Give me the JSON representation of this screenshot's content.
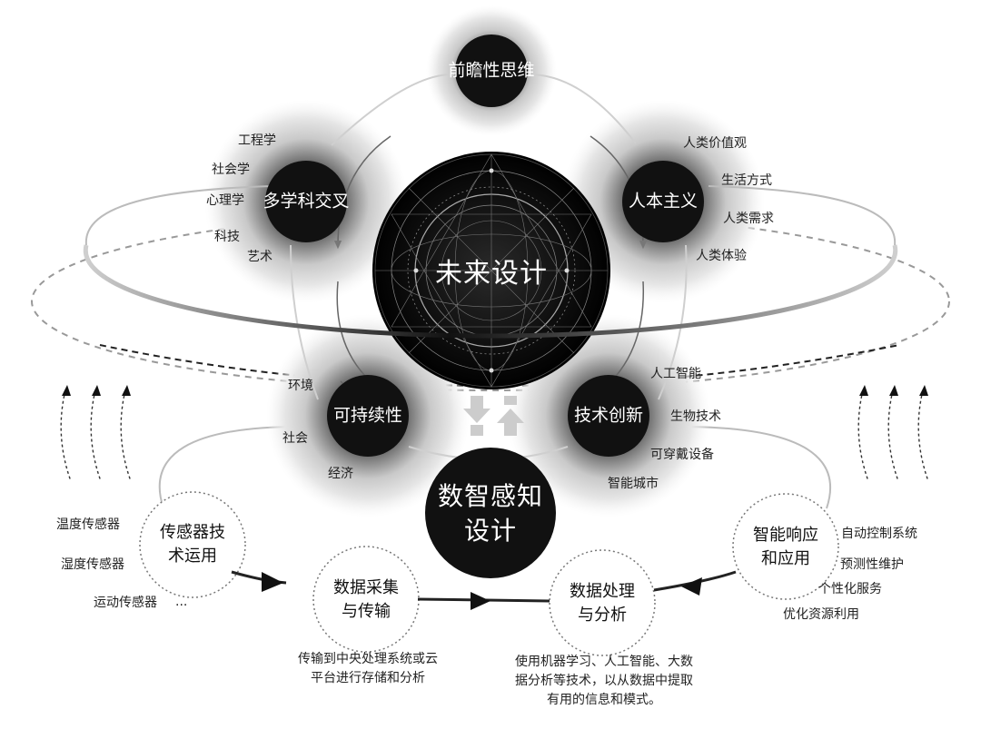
{
  "center": {
    "title": "未来设计"
  },
  "nodes": {
    "foresight": {
      "title": "前瞻性思维"
    },
    "interdisciplinary": {
      "title": "多学科交叉",
      "items": [
        "工程学",
        "社会学",
        "心理学",
        "科技",
        "艺术"
      ]
    },
    "humanism": {
      "title": "人本主义",
      "items": [
        "人类价值观",
        "生活方式",
        "人类需求",
        "人类体验"
      ]
    },
    "sustainability": {
      "title": "可持续性",
      "items": [
        "环境",
        "社会",
        "经济"
      ]
    },
    "innovation": {
      "title": "技术创新",
      "items": [
        "人工智能",
        "生物技术",
        "可穿戴设备",
        "智能城市"
      ]
    }
  },
  "core": {
    "line1": "数智感知",
    "line2": "设计"
  },
  "stages": {
    "sensor": {
      "line1": "传感器技",
      "line2": "术运用",
      "items": [
        "温度传感器",
        "湿度传感器",
        "运动传感器",
        "..."
      ]
    },
    "collect": {
      "line1": "数据采集",
      "line2": "与传输",
      "desc1": "传输到中央处理系统或云",
      "desc2": "平台进行存储和分析"
    },
    "process": {
      "line1": "数据处理",
      "line2": "与分析",
      "desc1": "使用机器学习、人工智能、大数",
      "desc2": "据分析等技术，以从数据中提取",
      "desc3": "有用的信息和模式。"
    },
    "respond": {
      "line1": "智能响应",
      "line2": "和应用",
      "items": [
        "自动控制系统",
        "预测性维护",
        "个性化服务",
        "优化资源利用"
      ]
    }
  }
}
